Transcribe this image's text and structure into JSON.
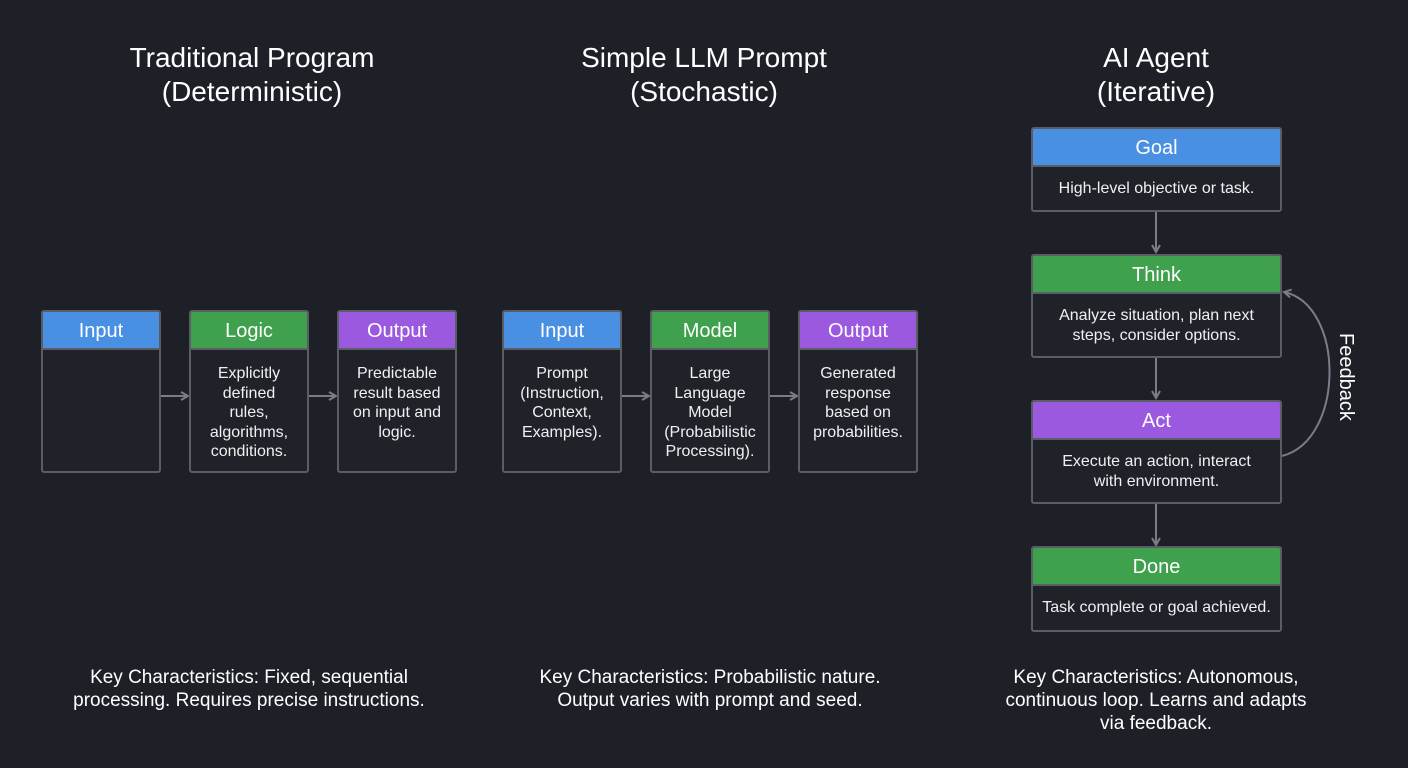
{
  "columns": [
    {
      "title_lines": [
        "Traditional Program",
        "(Deterministic)"
      ],
      "boxes": [
        {
          "header": "Input",
          "body_lines": []
        },
        {
          "header": "Logic",
          "body_lines": [
            "Explicitly",
            "defined",
            "rules,",
            "algorithms,",
            "conditions."
          ]
        },
        {
          "header": "Output",
          "body_lines": [
            "Predictable",
            "result based",
            "on input and",
            "logic."
          ]
        }
      ],
      "key_lines": [
        "Key Characteristics: Fixed, sequential",
        "processing. Requires precise instructions."
      ]
    },
    {
      "title_lines": [
        "Simple LLM Prompt",
        "(Stochastic)"
      ],
      "boxes": [
        {
          "header": "Input",
          "body_lines": [
            "Prompt",
            "(Instruction,",
            "Context,",
            "Examples)."
          ]
        },
        {
          "header": "Model",
          "body_lines": [
            "Large",
            "Language",
            "Model",
            "(Probabilistic",
            "Processing)."
          ]
        },
        {
          "header": "Output",
          "body_lines": [
            "Generated",
            "response",
            "based on",
            "probabilities."
          ]
        }
      ],
      "key_lines": [
        "Key Characteristics: Probabilistic nature.",
        "Output varies with prompt and seed."
      ]
    },
    {
      "title_lines": [
        "AI Agent",
        "(Iterative)"
      ],
      "boxes": [
        {
          "header": "Goal",
          "body_lines": [
            "High-level objective or task."
          ]
        },
        {
          "header": "Think",
          "body_lines": [
            "Analyze situation, plan next",
            "steps, consider options."
          ]
        },
        {
          "header": "Act",
          "body_lines": [
            "Execute an action, interact",
            "with environment."
          ]
        },
        {
          "header": "Done",
          "body_lines": [
            "Task complete or goal achieved."
          ]
        }
      ],
      "feedback_label": "Feedback",
      "key_lines": [
        "Key Characteristics: Autonomous,",
        "continuous loop. Learns and adapts",
        "via feedback."
      ]
    }
  ],
  "colors": {
    "background": "#1e2028",
    "input_blue": "#4a90e2",
    "process_green": "#3fa04d",
    "output_purple": "#9b59e0",
    "border_gray": "#5a5d66"
  }
}
